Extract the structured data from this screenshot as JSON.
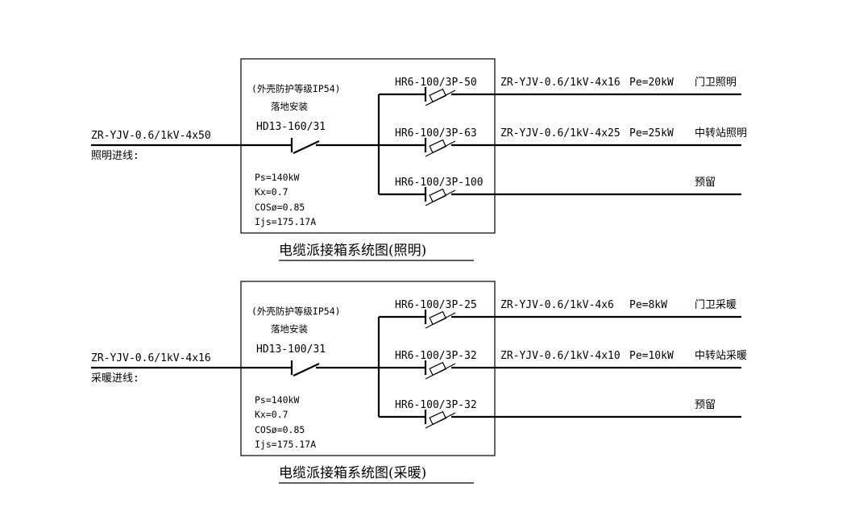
{
  "panels": [
    {
      "incoming_cable": "ZR-YJV-0.6/1kV-4x50",
      "incoming_label": "照明进线:",
      "enclosure_note": "(外壳防护等级IP54)",
      "install_note": "落地安装",
      "main_switch": "HD13-160/31",
      "params": [
        "Ps=140kW",
        "Kx=0.7",
        "COSø=0.85",
        "Ijs=175.17A"
      ],
      "title": "电缆派接箱系统图(照明)",
      "circuits": [
        {
          "breaker": "HR6-100/3P-50",
          "cable": "ZR-YJV-0.6/1kV-4x16",
          "power": "Pe=20kW",
          "load": "门卫照明"
        },
        {
          "breaker": "HR6-100/3P-63",
          "cable": "ZR-YJV-0.6/1kV-4x25",
          "power": "Pe=25kW",
          "load": "中转站照明"
        },
        {
          "breaker": "HR6-100/3P-100",
          "cable": "",
          "power": "",
          "load": "预留"
        }
      ]
    },
    {
      "incoming_cable": "ZR-YJV-0.6/1kV-4x16",
      "incoming_label": "采暖进线:",
      "enclosure_note": "(外壳防护等级IP54)",
      "install_note": "落地安装",
      "main_switch": "HD13-100/31",
      "params": [
        "Ps=140kW",
        "Kx=0.7",
        "COSø=0.85",
        "Ijs=175.17A"
      ],
      "title": "电缆派接箱系统图(采暖)",
      "circuits": [
        {
          "breaker": "HR6-100/3P-25",
          "cable": "ZR-YJV-0.6/1kV-4x6",
          "power": "Pe=8kW",
          "load": "门卫采暖"
        },
        {
          "breaker": "HR6-100/3P-32",
          "cable": "ZR-YJV-0.6/1kV-4x10",
          "power": "Pe=10kW",
          "load": "中转站采暖"
        },
        {
          "breaker": "HR6-100/3P-32",
          "cable": "",
          "power": "",
          "load": "预留"
        }
      ]
    }
  ]
}
